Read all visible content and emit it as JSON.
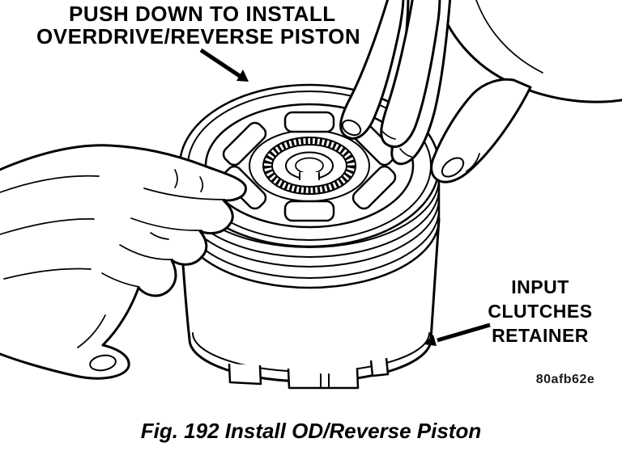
{
  "figure": {
    "labels": {
      "push_down_line1": "PUSH DOWN TO INSTALL",
      "push_down_line2": "OVERDRIVE/REVERSE PISTON",
      "retainer_line1": "INPUT",
      "retainer_line2": "CLUTCHES",
      "retainer_line3": "RETAINER"
    },
    "part_code": "80afb62e",
    "caption": "Fig. 192 Install OD/Reverse Piston",
    "colors": {
      "ink": "#000000",
      "background": "#ffffff"
    }
  }
}
